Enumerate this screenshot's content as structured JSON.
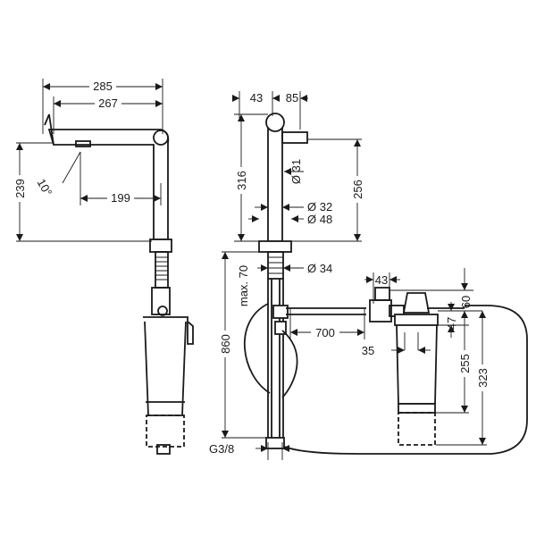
{
  "drawing": {
    "side_view": {
      "overall_length": "285",
      "spout_reach": "267",
      "spout_height": "239",
      "spout_angle": "10°",
      "spray_offset": "199"
    },
    "front_view": {
      "head_offset": "43",
      "spout_projection": "85",
      "total_height": "316",
      "outlet_height": "256",
      "diameter_head": "Ø 31",
      "diameter_body": "Ø 32",
      "diameter_base": "Ø 48",
      "diameter_shank": "Ø 34",
      "max_deck_thickness": "max. 70",
      "hose_length": "860",
      "connection_thread": "G3/8",
      "supply_hose_length": "700"
    },
    "filter_view": {
      "valve_width": "43",
      "top_clearance": "60",
      "cap_offset": "47",
      "inlet_spacing": "35",
      "body_height": "255",
      "total_height": "323"
    }
  }
}
